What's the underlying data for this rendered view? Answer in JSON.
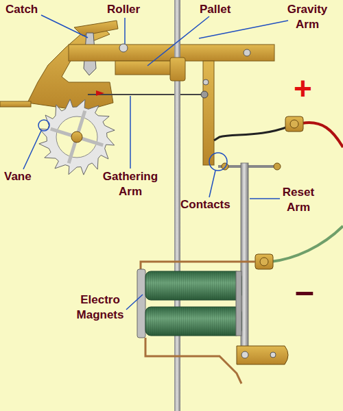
{
  "diagram": {
    "labels": [
      "Catch",
      "Roller",
      "Pallet",
      "Gravity Arm",
      "Vane",
      "Gathering Arm",
      "Contacts",
      "Reset Arm",
      "Electro Magnets",
      "+",
      "–"
    ]
  }
}
